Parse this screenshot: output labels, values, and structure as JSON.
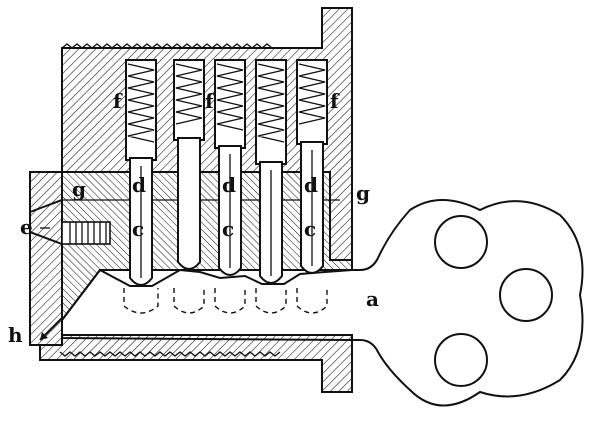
{
  "labels": {
    "a": "a",
    "c": "c",
    "d": "d",
    "e": "e",
    "f": "f",
    "g": "g",
    "h": "h"
  },
  "colors": {
    "ink": "#111111",
    "paper": "#ffffff"
  }
}
